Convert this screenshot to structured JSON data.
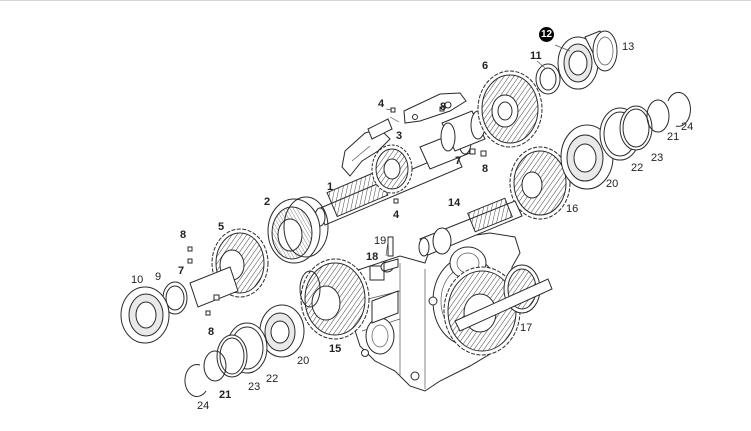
{
  "diagram": {
    "highlighted_part": "12",
    "callouts": {
      "c1": "1",
      "c2": "2",
      "c3": "3",
      "c4a": "4",
      "c4b": "4",
      "c5": "5",
      "c6": "6",
      "c7a": "7",
      "c7b": "7",
      "c8a": "8",
      "c8b": "8",
      "c8c": "8",
      "c8d": "8",
      "c9": "9",
      "c10": "10",
      "c11": "11",
      "c12": "12",
      "c13": "13",
      "c14": "14",
      "c15": "15",
      "c16": "16",
      "c17": "17",
      "c18": "18",
      "c19": "19",
      "c20a": "20",
      "c20b": "20",
      "c21a": "21",
      "c21b": "21",
      "c22a": "22",
      "c22b": "22",
      "c23a": "23",
      "c23b": "23",
      "c24a": "24",
      "c24b": "24"
    }
  }
}
